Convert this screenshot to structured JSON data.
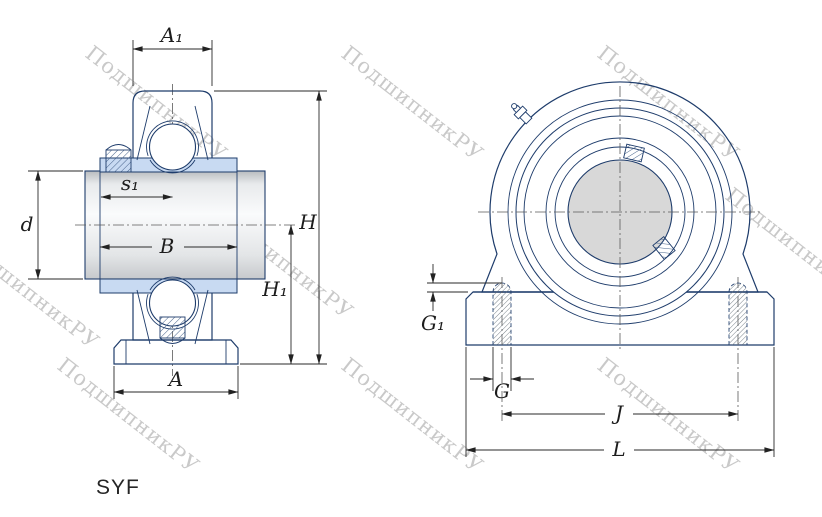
{
  "designation_label": "SYF",
  "watermark": {
    "text": "ПодшипникРУ"
  },
  "colors": {
    "outline": "#1e3c6b",
    "housing_fill": "#c8daf2",
    "shaft_fill": "#e9ebed",
    "bore_fill": "#d8d8d8",
    "dimension_lines": "#2a2a2a",
    "watermark": "#8f8f8f",
    "background": "#ffffff"
  },
  "section_view": {
    "dim_labels": {
      "a1": "A₁",
      "s1": "s₁",
      "d": "d",
      "b": "B",
      "a": "A",
      "h": "H",
      "h1": "H₁"
    }
  },
  "front_view": {
    "dim_labels": {
      "g1": "G₁",
      "g": "G",
      "j": "J",
      "l": "L"
    }
  }
}
